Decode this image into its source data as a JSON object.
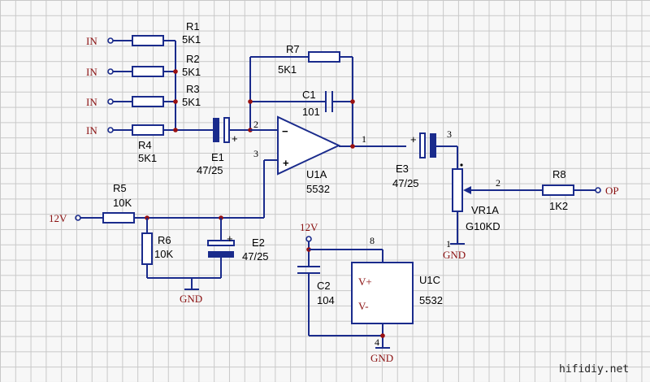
{
  "net_labels": {
    "in1": "IN",
    "in2": "IN",
    "in3": "IN",
    "in4": "IN",
    "v12_left": "12V",
    "v12_mid": "12V",
    "gnd1": "GND",
    "gnd2": "GND",
    "gnd3": "GND",
    "op": "OP"
  },
  "components": {
    "R1": {
      "ref": "R1",
      "value": "5K1"
    },
    "R2": {
      "ref": "R2",
      "value": "5K1"
    },
    "R3": {
      "ref": "R3",
      "value": "5K1"
    },
    "R4": {
      "ref": "R4",
      "value": "5K1"
    },
    "R5": {
      "ref": "R5",
      "value": "10K"
    },
    "R6": {
      "ref": "R6",
      "value": "10K"
    },
    "R7": {
      "ref": "R7",
      "value": "5K1"
    },
    "R8": {
      "ref": "R8",
      "value": "1K2"
    },
    "C1": {
      "ref": "C1",
      "value": "101"
    },
    "C2": {
      "ref": "C2",
      "value": "104"
    },
    "E1": {
      "ref": "E1",
      "value": "47/25"
    },
    "E2": {
      "ref": "E2",
      "value": "47/25"
    },
    "E3": {
      "ref": "E3",
      "value": "47/25"
    },
    "U1A": {
      "ref": "U1A",
      "value": "5532"
    },
    "U1C": {
      "ref": "U1C",
      "value": "5532",
      "pin_vplus": "V+",
      "pin_vminus": "V-"
    },
    "VR1A": {
      "ref": "VR1A",
      "value": "G10KD"
    }
  },
  "signs": {
    "minus": "−",
    "plus": "+",
    "cap_plus": "+"
  },
  "pins": {
    "u1a_in_minus": "2",
    "u1a_in_plus": "3",
    "u1a_out": "1",
    "vr_top": "3",
    "vr_wiper": "2",
    "vr_bottom": "1",
    "u1c_top": "8",
    "u1c_bottom": "4"
  },
  "watermark": "hifidiy.net",
  "colors": {
    "wire": "#1a2b8c",
    "junction": "#9a1010",
    "net_label": "#8a1010"
  }
}
